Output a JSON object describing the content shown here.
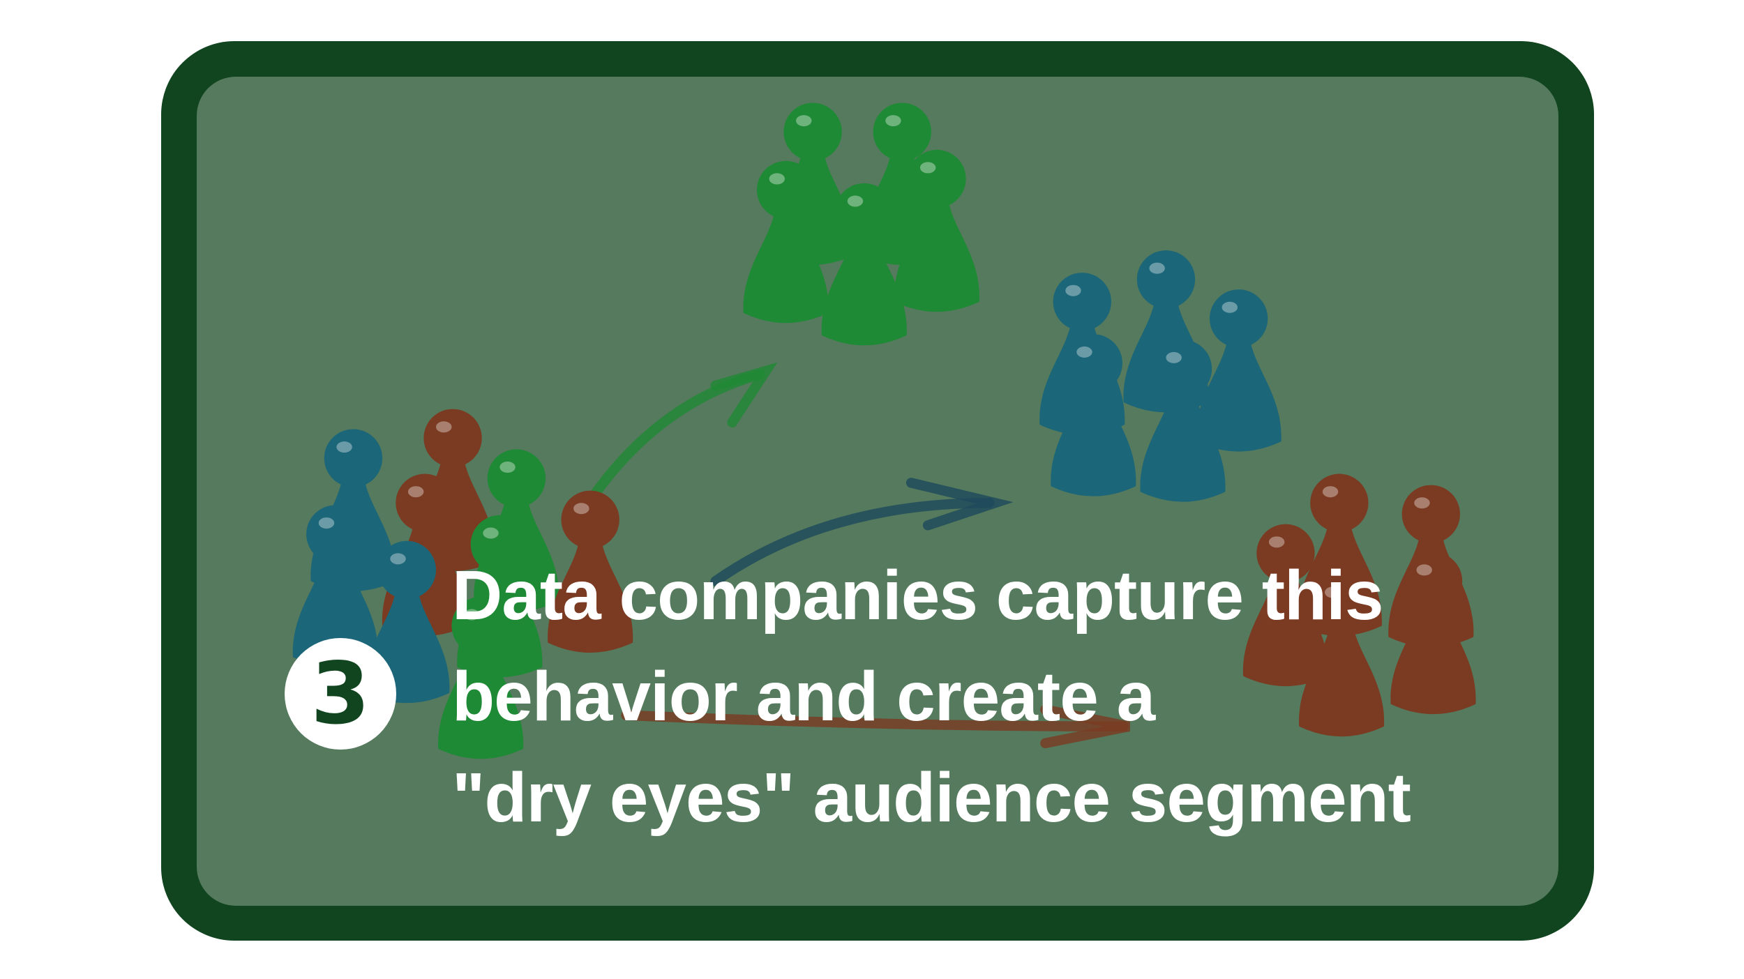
{
  "step": {
    "number": "3"
  },
  "caption": {
    "lines": [
      "Data companies capture this",
      "behavior and create a",
      "\"dry eyes\" audience segment"
    ]
  },
  "colors": {
    "frame": "#11451f",
    "panel": "#557a5d",
    "text": "#ffffff",
    "pawn_green": "#1f8a35",
    "pawn_teal": "#1b6679",
    "pawn_brown": "#7b3b22"
  }
}
